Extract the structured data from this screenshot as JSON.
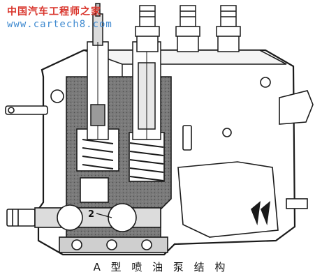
{
  "watermark": {
    "title": "中国汽车工程师之家",
    "url": "www.cartech8.com"
  },
  "caption": "A 型 喷 油 泵 结 构",
  "callout_label": "2",
  "colors": {
    "ink": "#1a1a1a",
    "section_fill": "#6e6e6e",
    "body_fill": "#ffffff",
    "watermark_red": "#d9342b",
    "watermark_blue": "#3f8ad0"
  }
}
